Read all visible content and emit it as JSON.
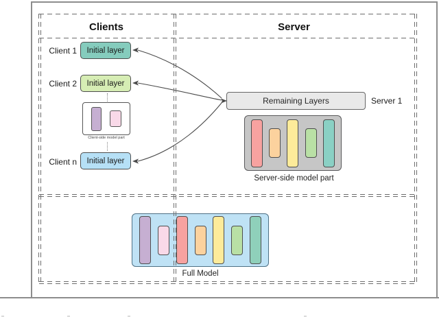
{
  "headers": {
    "clients": "Clients",
    "server": "Server"
  },
  "clients": {
    "rows": [
      {
        "label": "Client 1",
        "box_label": "Initial layer",
        "color": "#85ccbd"
      },
      {
        "label": "Client 2",
        "box_label": "Initial layer",
        "color": "#d6edb4"
      },
      {
        "label": "Client n",
        "box_label": "Initial layer",
        "color": "#b6e0f6"
      }
    ],
    "client_model_box": {
      "caption": "Client-side model part",
      "bars": [
        {
          "name": "purple-layer-bar",
          "color": "#c6afd2",
          "tall": true
        },
        {
          "name": "pink-layer-bar",
          "color": "#f9d9e8",
          "tall": false
        }
      ]
    }
  },
  "server": {
    "remaining_layers_label": "Remaining Layers",
    "server1_label": "Server 1",
    "model_caption": "Server-side model part",
    "bars": [
      {
        "name": "salmon-layer-bar",
        "color": "#f7a2a0",
        "tall": true
      },
      {
        "name": "orange-layer-bar",
        "color": "#fcd29e",
        "tall": false
      },
      {
        "name": "yellow-layer-bar",
        "color": "#fdeb9a",
        "tall": true
      },
      {
        "name": "green-layer-bar",
        "color": "#b9e0a5",
        "tall": false
      },
      {
        "name": "teal-layer-bar",
        "color": "#8ad0c4",
        "tall": true
      }
    ]
  },
  "full_model": {
    "caption": "Full Model",
    "bars": [
      {
        "name": "purple-layer-bar",
        "color": "#c6afd2",
        "tall": true
      },
      {
        "name": "pink-layer-bar",
        "color": "#f9d9e8",
        "tall": false
      },
      {
        "name": "salmon-layer-bar",
        "color": "#f7a2a0",
        "tall": true
      },
      {
        "name": "orange-layer-bar",
        "color": "#fcd29e",
        "tall": false
      },
      {
        "name": "yellow-layer-bar",
        "color": "#fdeb9a",
        "tall": true
      },
      {
        "name": "green-layer-bar",
        "color": "#b9e0a5",
        "tall": false
      },
      {
        "name": "teal-layer-bar",
        "color": "#8fd0ba",
        "tall": true
      }
    ]
  },
  "colors": {
    "dashed_line": "#6b6b6b",
    "solid_frame": "#8c8c8c",
    "arrow": "#4a4a4a"
  }
}
